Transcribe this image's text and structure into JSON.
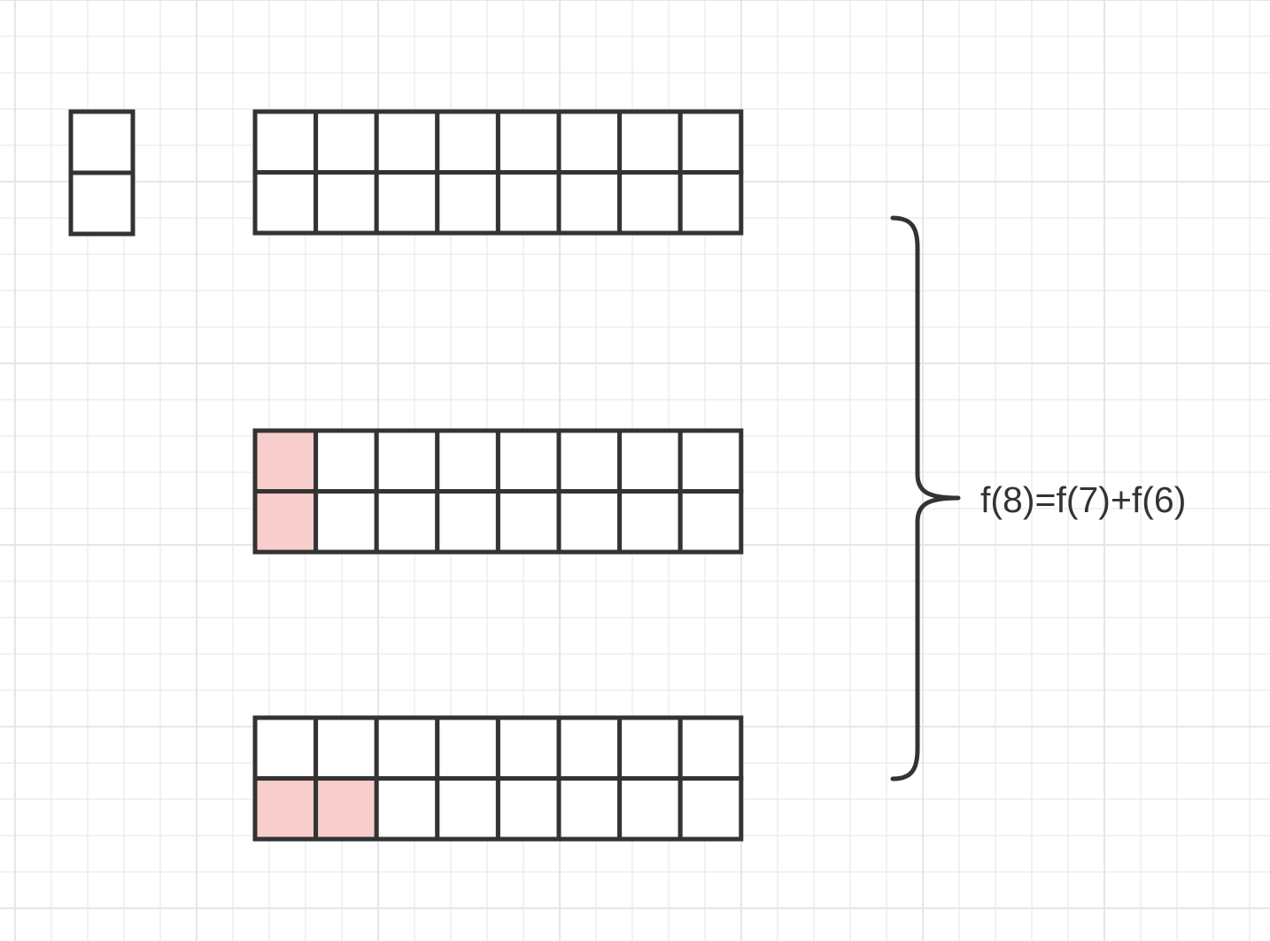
{
  "diagram": {
    "formula": "f(8)=f(7)+f(6)",
    "colors": {
      "background": "#ffffff",
      "grid_line": "#e6e6e6",
      "cell_stroke": "#333333",
      "cell_fill": "#ffffff",
      "highlight_fill": "#f8cecc",
      "text": "#333333"
    },
    "single_tile": {
      "rows": 2,
      "cols": 1
    },
    "boards": [
      {
        "rows": 2,
        "cols": 8,
        "highlighted": []
      },
      {
        "rows": 2,
        "cols": 8,
        "highlighted": [
          [
            0,
            0
          ],
          [
            1,
            0
          ]
        ]
      },
      {
        "rows": 2,
        "cols": 8,
        "highlighted": [
          [
            1,
            0
          ],
          [
            1,
            1
          ]
        ]
      }
    ]
  }
}
